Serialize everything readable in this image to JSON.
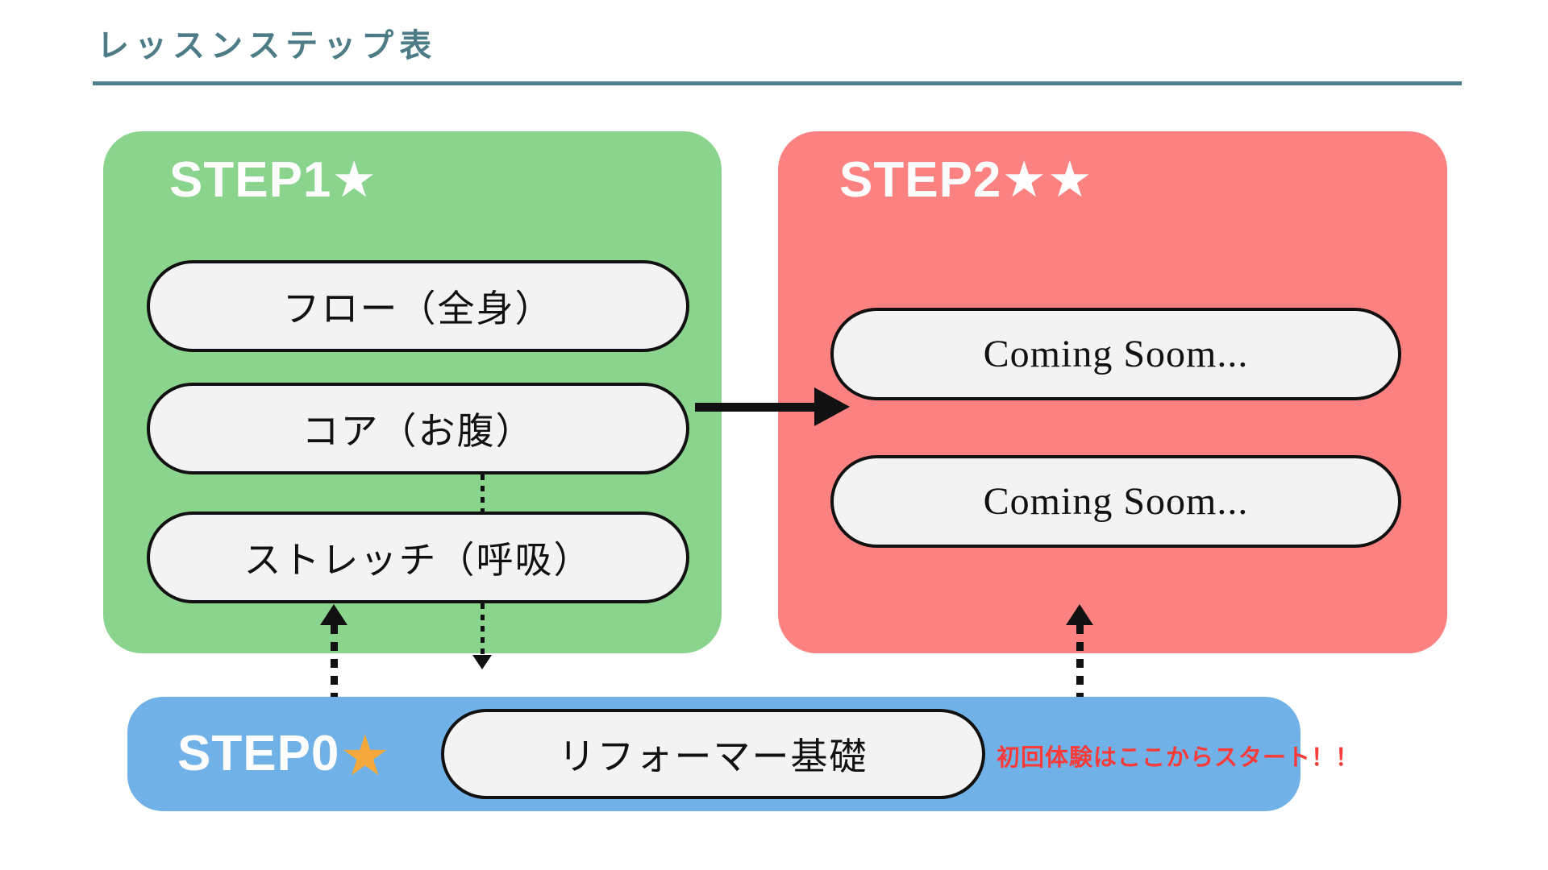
{
  "page": {
    "title": "レッスンステップ表"
  },
  "colors": {
    "title_teal": "#4D7C87",
    "rule_teal": "#517F8B",
    "step1_green": "#8BD48E",
    "step2_red": "#FB8280",
    "step0_blue": "#70B2E7",
    "pill_background": "#F3F3F3",
    "pill_border": "#111111",
    "star_orange": "#F5A93C",
    "note_red": "#FB3A3A"
  },
  "step1": {
    "label": "STEP1",
    "stars": "★",
    "items": [
      "フロー（全身）",
      "コア（お腹）",
      "ストレッチ（呼吸）"
    ]
  },
  "step2": {
    "label": "STEP2",
    "stars": "★★",
    "items": [
      "Coming Soom...",
      "Coming Soom..."
    ]
  },
  "step0": {
    "label": "STEP0",
    "star": "★",
    "item": "リフォーマー基礎",
    "note": "初回体験はここからスタート！！"
  }
}
